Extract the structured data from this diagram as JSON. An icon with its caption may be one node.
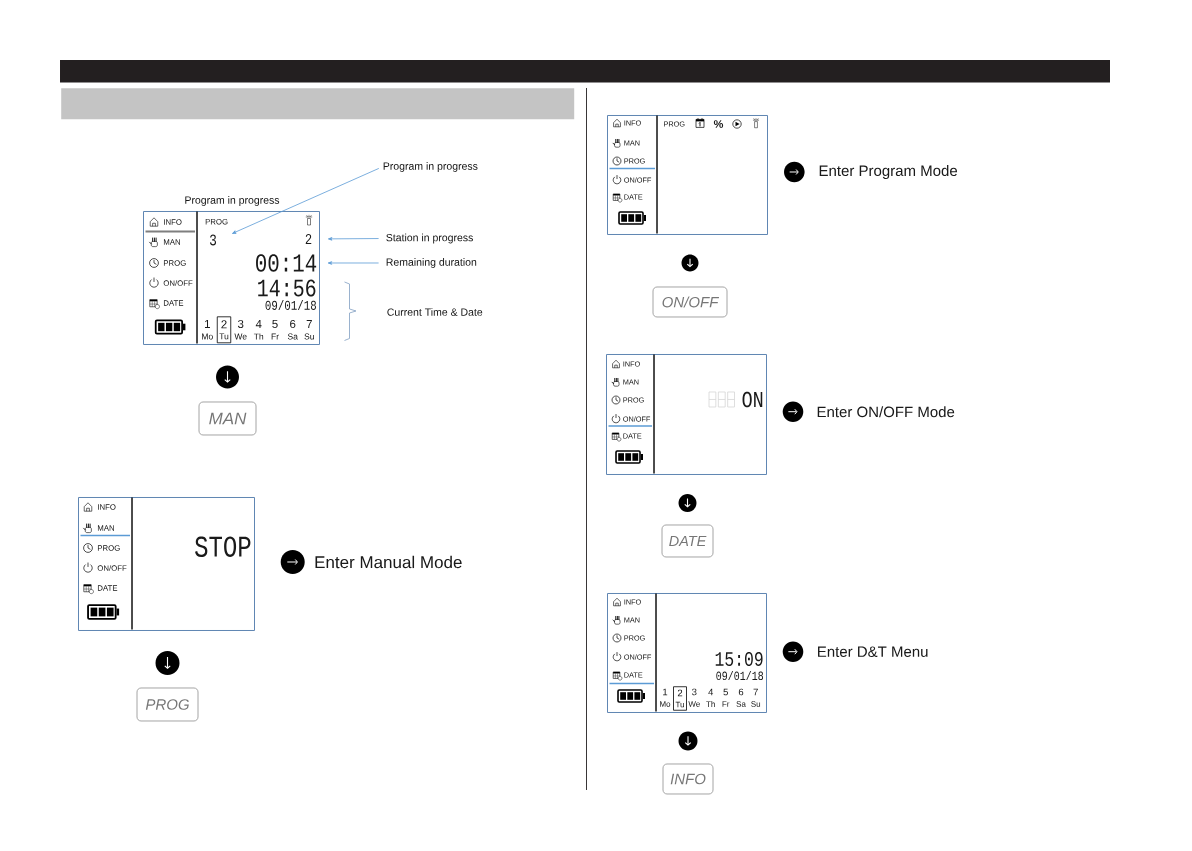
{
  "diagram": {
    "nodes": [
      {
        "text": [],
        "shape": "bar"
      },
      {
        "text": [
          "INFO",
          "MAN",
          "PROG",
          "ON/OFF",
          "DATE",
          "PROG",
          "14:56",
          "09/01/18",
          "1",
          "Mo",
          "3",
          "We",
          "4",
          "Th",
          "5",
          "Fr",
          "6",
          "Sa",
          "7",
          "Su"
        ],
        "beside": [
          "Program in progress"
        ]
      },
      {
        "text": [
          "3"
        ],
        "in": 1
      },
      {
        "text": [
          "2"
        ],
        "in": 1
      },
      {
        "text": [
          "00:14"
        ],
        "in": 1
      },
      {
        "text": [
          "2",
          "Tu"
        ],
        "in": 1
      },
      {
        "text": [
          "Program in progress"
        ]
      },
      {
        "text": [
          "Station in progress"
        ]
      },
      {
        "text": [
          "Remaining duration"
        ]
      },
      {
        "text": [
          "MAN"
        ]
      },
      {
        "text": [
          "INFO",
          "MAN",
          "PROG",
          "ON/OFF",
          "DATE",
          "STOP"
        ],
        "beside": [
          "Enter Manual Mode"
        ]
      },
      {
        "text": [
          "PROG"
        ]
      },
      {
        "text": [
          "INFO",
          "MAN",
          "PROG",
          "ON/OFF",
          "DATE",
          "PROG",
          "%"
        ],
        "beside": [
          "Enter Program Mode"
        ]
      },
      {
        "text": [
          "ON/OFF"
        ]
      },
      {
        "text": [
          "INFO",
          "MAN",
          "PROG",
          "ON/OFF",
          "DATE",
          "ON"
        ],
        "beside": [
          "Enter ON/OFF Mode"
        ]
      },
      {
        "text": [
          "DATE"
        ]
      },
      {
        "text": [
          "INFO",
          "MAN",
          "PROG",
          "ON/OFF",
          "DATE",
          "15:09",
          "09/01/18",
          "1",
          "Mo",
          "3",
          "We",
          "4",
          "Th",
          "5",
          "Fr",
          "6",
          "Sa",
          "7",
          "Su"
        ],
        "beside": [
          "Enter D&T Menu"
        ]
      },
      {
        "text": [
          "2",
          "Tu"
        ],
        "in": 16
      },
      {
        "text": [
          "INFO"
        ]
      }
    ],
    "edges": [
      {
        "from": 6,
        "to": 2,
        "arrow": "to",
        "color": "#5b9bd5"
      },
      {
        "from": 7,
        "to": 3,
        "arrow": "to",
        "color": "#5b9bd5"
      },
      {
        "from": 8,
        "to": 4,
        "arrow": "to",
        "color": "#5b9bd5"
      }
    ],
    "labels": [
      "Current Time & Date"
    ]
  }
}
